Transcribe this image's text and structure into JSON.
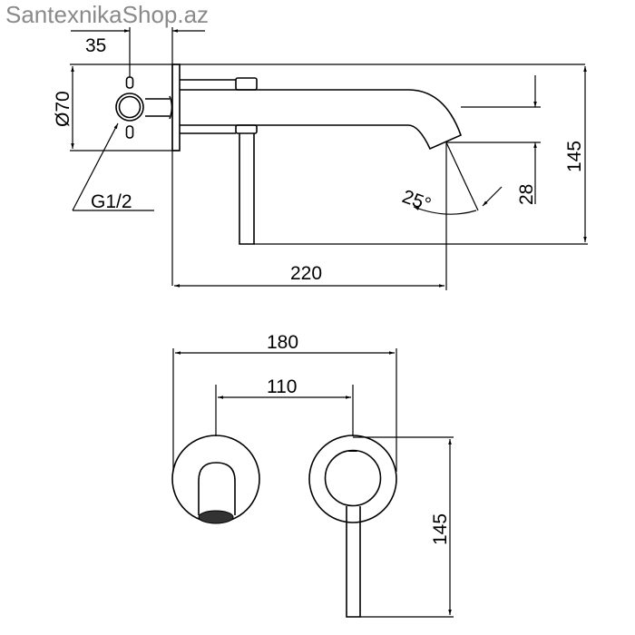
{
  "watermark": "SantexnikaShop.az",
  "side_view": {
    "handle_offset": "35",
    "plate_diameter": "Ø70",
    "thread": "G1/2",
    "spout_angle": "25°",
    "spout_height": "28",
    "total_height": "145",
    "spout_projection": "220"
  },
  "front_view": {
    "total_width": "180",
    "center_distance": "110",
    "height": "145"
  },
  "colors": {
    "line": "#000000",
    "aerator": "#333333",
    "watermark": "#8a8a8a"
  }
}
